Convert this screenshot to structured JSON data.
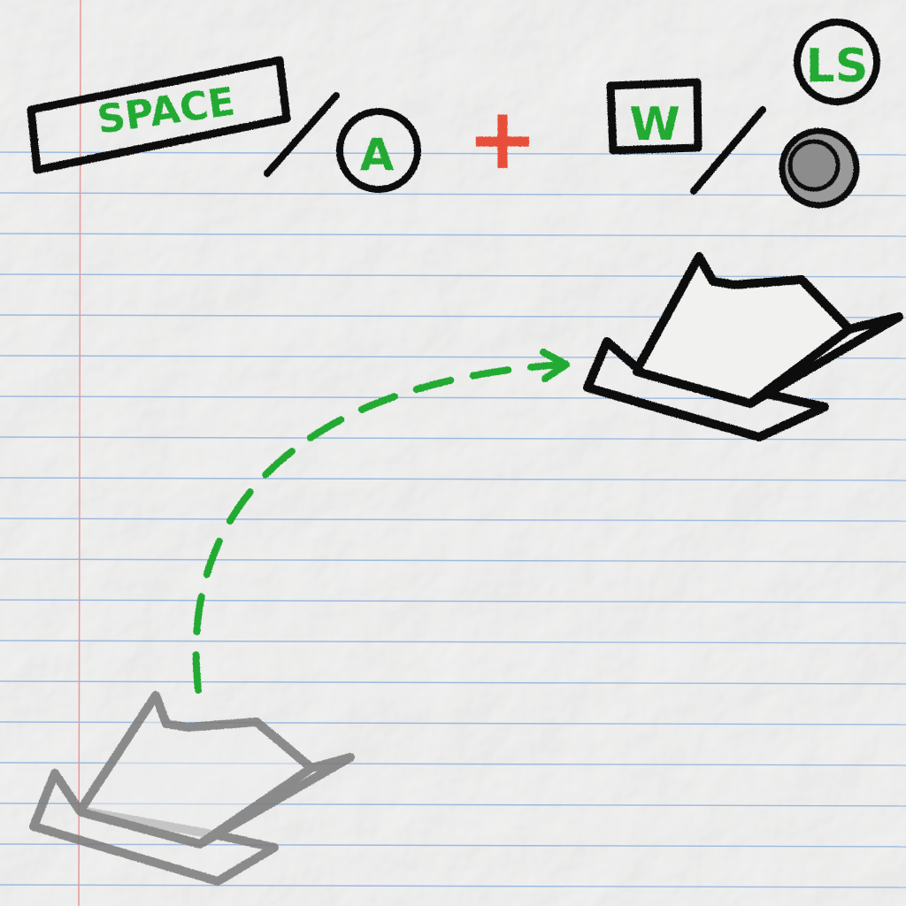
{
  "tutorial": {
    "jump_key_label": "SPACE",
    "jump_button_label": "A",
    "combine_symbol": "+",
    "forward_key_label": "W",
    "stick_label": "LS"
  },
  "colors": {
    "paper": "#f1f1f0",
    "rule_line": "#8fb3dd",
    "margin_line": "#e49a9a",
    "ink": "#111111",
    "key_text": "#22aa33",
    "plus": "#e8503a",
    "trajectory": "#22aa33",
    "ghost_ship": "#7a7a7a",
    "stick_fill": "#9a9a9a"
  },
  "icons": {
    "current_ship": "paper-boat-icon",
    "ghost_ship": "paper-boat-ghost-icon",
    "trajectory": "dashed-arc-arrow-icon",
    "analog_stick": "analog-stick-icon"
  }
}
